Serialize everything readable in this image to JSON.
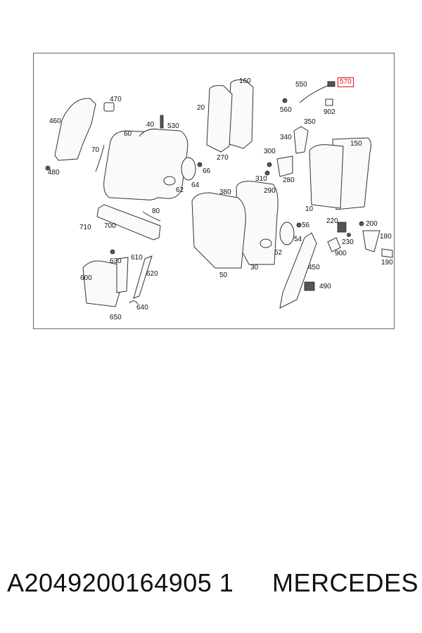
{
  "diagram": {
    "callouts": [
      {
        "id": "460",
        "label": "460"
      },
      {
        "id": "470",
        "label": "470"
      },
      {
        "id": "480",
        "label": "480"
      },
      {
        "id": "70",
        "label": "70"
      },
      {
        "id": "40",
        "label": "40"
      },
      {
        "id": "530",
        "label": "530"
      },
      {
        "id": "60",
        "label": "60"
      },
      {
        "id": "62",
        "label": "62"
      },
      {
        "id": "64",
        "label": "64"
      },
      {
        "id": "66",
        "label": "66"
      },
      {
        "id": "160",
        "label": "160"
      },
      {
        "id": "20",
        "label": "20"
      },
      {
        "id": "270",
        "label": "270"
      },
      {
        "id": "550",
        "label": "550"
      },
      {
        "id": "570",
        "label": "570",
        "highlight": true
      },
      {
        "id": "560",
        "label": "560"
      },
      {
        "id": "902",
        "label": "902"
      },
      {
        "id": "350",
        "label": "350"
      },
      {
        "id": "340",
        "label": "340"
      },
      {
        "id": "150",
        "label": "150"
      },
      {
        "id": "300",
        "label": "300"
      },
      {
        "id": "310",
        "label": "310"
      },
      {
        "id": "290",
        "label": "290"
      },
      {
        "id": "280",
        "label": "280"
      },
      {
        "id": "10",
        "label": "10"
      },
      {
        "id": "380",
        "label": "380"
      },
      {
        "id": "80",
        "label": "80"
      },
      {
        "id": "710",
        "label": "710"
      },
      {
        "id": "700",
        "label": "700"
      },
      {
        "id": "56",
        "label": "56"
      },
      {
        "id": "54",
        "label": "54"
      },
      {
        "id": "52",
        "label": "52"
      },
      {
        "id": "30",
        "label": "30"
      },
      {
        "id": "50",
        "label": "50"
      },
      {
        "id": "630",
        "label": "630"
      },
      {
        "id": "610",
        "label": "610"
      },
      {
        "id": "620",
        "label": "620"
      },
      {
        "id": "600",
        "label": "600"
      },
      {
        "id": "640",
        "label": "640"
      },
      {
        "id": "650",
        "label": "650"
      },
      {
        "id": "220",
        "label": "220"
      },
      {
        "id": "200",
        "label": "200"
      },
      {
        "id": "230",
        "label": "230"
      },
      {
        "id": "180",
        "label": "180"
      },
      {
        "id": "900",
        "label": "900"
      },
      {
        "id": "190",
        "label": "190"
      },
      {
        "id": "450",
        "label": "450"
      },
      {
        "id": "490",
        "label": "490"
      }
    ]
  },
  "footer": {
    "part_number": "A2049200164905 1",
    "brand": "MERCEDES"
  },
  "colors": {
    "highlight": "#dd1111",
    "line": "#333333"
  }
}
